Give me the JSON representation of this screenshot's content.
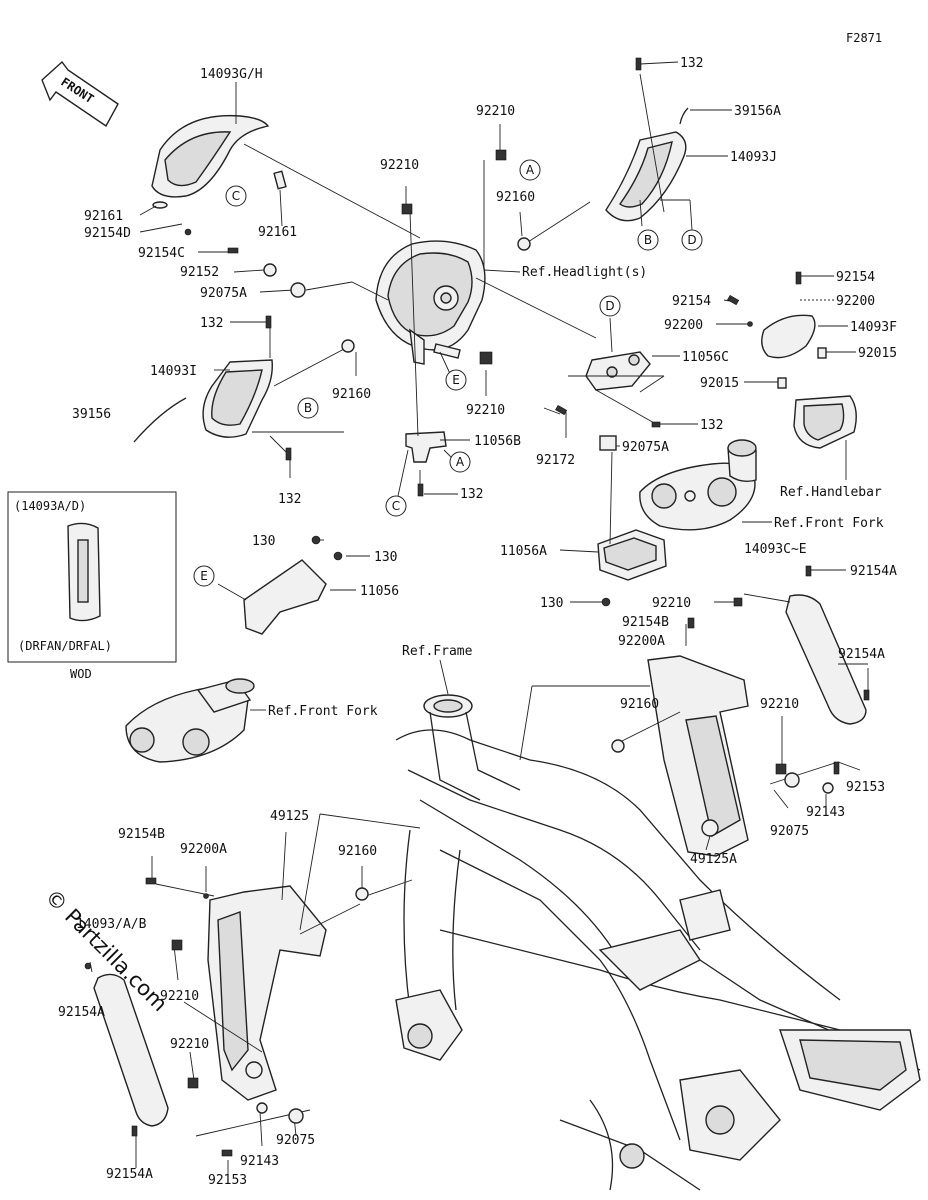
{
  "diagram_code": "F2871",
  "front_arrow_label": "FRONT",
  "watermark": "© Partzilla.com",
  "inset": {
    "title": "(14093A/D)",
    "note": "(DRFAN/DRFAL)",
    "caption": "WOD"
  },
  "labels": [
    {
      "id": "l1",
      "text": "14093G/H"
    },
    {
      "id": "l2",
      "text": "92161"
    },
    {
      "id": "l3",
      "text": "92154D"
    },
    {
      "id": "l4",
      "text": "92161"
    },
    {
      "id": "l5",
      "text": "92154C"
    },
    {
      "id": "l6",
      "text": "92152"
    },
    {
      "id": "l7",
      "text": "92075A"
    },
    {
      "id": "l8",
      "text": "132"
    },
    {
      "id": "l9",
      "text": "14093I"
    },
    {
      "id": "l10",
      "text": "39156"
    },
    {
      "id": "l11",
      "text": "92160"
    },
    {
      "id": "l12",
      "text": "132"
    },
    {
      "id": "l13",
      "text": "92210"
    },
    {
      "id": "l14",
      "text": "92210"
    },
    {
      "id": "l15",
      "text": "92160"
    },
    {
      "id": "l16",
      "text": "Ref.Headlight(s)"
    },
    {
      "id": "l17",
      "text": "92210"
    },
    {
      "id": "l18",
      "text": "11056B"
    },
    {
      "id": "l19",
      "text": "132"
    },
    {
      "id": "l20",
      "text": "132"
    },
    {
      "id": "l21",
      "text": "39156A"
    },
    {
      "id": "l22",
      "text": "14093J"
    },
    {
      "id": "l23",
      "text": "11056C"
    },
    {
      "id": "l24",
      "text": "132"
    },
    {
      "id": "l25",
      "text": "92172"
    },
    {
      "id": "l26",
      "text": "92075A"
    },
    {
      "id": "l27",
      "text": "92154"
    },
    {
      "id": "l28",
      "text": "92154"
    },
    {
      "id": "l29",
      "text": "92200"
    },
    {
      "id": "l30",
      "text": "92200"
    },
    {
      "id": "l31",
      "text": "14093F"
    },
    {
      "id": "l32",
      "text": "92015"
    },
    {
      "id": "l33",
      "text": "92015"
    },
    {
      "id": "l34",
      "text": "Ref.Handlebar"
    },
    {
      "id": "l35",
      "text": "Ref.Front Fork"
    },
    {
      "id": "l36",
      "text": "11056A"
    },
    {
      "id": "l37",
      "text": "130"
    },
    {
      "id": "l38",
      "text": "130"
    },
    {
      "id": "l39",
      "text": "130"
    },
    {
      "id": "l40",
      "text": "11056"
    },
    {
      "id": "l41",
      "text": "Ref.Front Fork"
    },
    {
      "id": "l42",
      "text": "Ref.Frame"
    },
    {
      "id": "l43",
      "text": "14093C~E"
    },
    {
      "id": "l44",
      "text": "92154A"
    },
    {
      "id": "l45",
      "text": "92210"
    },
    {
      "id": "l46",
      "text": "92154B"
    },
    {
      "id": "l47",
      "text": "92200A"
    },
    {
      "id": "l48",
      "text": "92154A"
    },
    {
      "id": "l49",
      "text": "92160"
    },
    {
      "id": "l50",
      "text": "92210"
    },
    {
      "id": "l51",
      "text": "92153"
    },
    {
      "id": "l52",
      "text": "92143"
    },
    {
      "id": "l53",
      "text": "92075"
    },
    {
      "id": "l54",
      "text": "49125A"
    },
    {
      "id": "l55",
      "text": "92154B"
    },
    {
      "id": "l56",
      "text": "92200A"
    },
    {
      "id": "l57",
      "text": "49125"
    },
    {
      "id": "l58",
      "text": "92160"
    },
    {
      "id": "l59",
      "text": "14093/A/B"
    },
    {
      "id": "l60",
      "text": "92210"
    },
    {
      "id": "l61",
      "text": "92154A"
    },
    {
      "id": "l62",
      "text": "92210"
    },
    {
      "id": "l63",
      "text": "92075"
    },
    {
      "id": "l64",
      "text": "92143"
    },
    {
      "id": "l65",
      "text": "92153"
    },
    {
      "id": "l66",
      "text": "92154A"
    }
  ],
  "callouts": [
    {
      "id": "c1",
      "letter": "A"
    },
    {
      "id": "c2",
      "letter": "B"
    },
    {
      "id": "c3",
      "letter": "D"
    },
    {
      "id": "c4",
      "letter": "C"
    },
    {
      "id": "c5",
      "letter": "B"
    },
    {
      "id": "c6",
      "letter": "E"
    },
    {
      "id": "c7",
      "letter": "A"
    },
    {
      "id": "c8",
      "letter": "C"
    },
    {
      "id": "c9",
      "letter": "D"
    },
    {
      "id": "c10",
      "letter": "E"
    }
  ]
}
